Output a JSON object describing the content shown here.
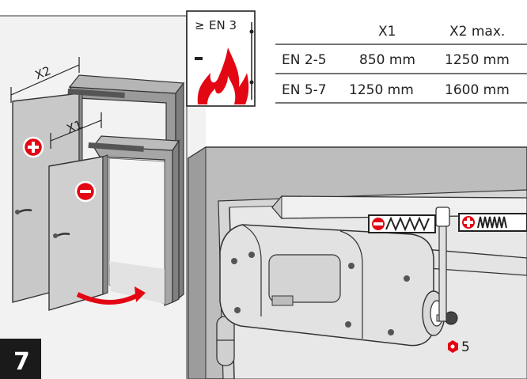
{
  "figure_number": "7",
  "fire_label": {
    "symbol": "≥",
    "text": "EN 3"
  },
  "table": {
    "headers": [
      "X1",
      "X2 max."
    ],
    "rows": [
      {
        "class": "EN 2-5",
        "x1": "850 mm",
        "x2": "1250 mm"
      },
      {
        "class": "EN 5-7",
        "x1": "1250 mm",
        "x2": "1600 mm"
      }
    ]
  },
  "dimension_labels": {
    "x1": "X1",
    "x2": "X2"
  },
  "adjust_label": "5",
  "colors": {
    "accent": "#e30613",
    "door": "#c8c8c8",
    "panel": "#e6e6e6",
    "dark": "#1a1a1a"
  },
  "icons": [
    "plus-icon",
    "minus-icon",
    "fire-icon",
    "hex-nut-icon",
    "rotate-arrow-icon"
  ]
}
